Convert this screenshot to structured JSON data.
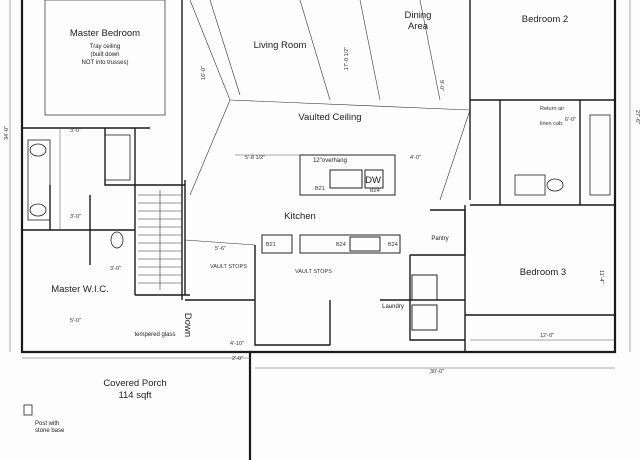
{
  "rooms": {
    "master_bedroom": "Master Bedroom",
    "master_ceiling_1": "Tray ceiling",
    "master_ceiling_2": "(built down",
    "master_ceiling_3": "NOT into trusses)",
    "living_room": "Living Room",
    "dining_1": "Dining",
    "dining_2": "Area",
    "bedroom_2": "Bedroom 2",
    "vaulted": "Vaulted Ceiling",
    "kitchen": "Kitchen",
    "bedroom_3": "Bedroom 3",
    "master_wic": "Master W.I.C.",
    "porch_1": "Covered Porch",
    "porch_2": "114 sqft",
    "laundry": "Laundry",
    "pantry": "Pantry",
    "down": "Down",
    "tempered": "tempered glass",
    "post_1": "Post with",
    "post_2": "stone base"
  },
  "labels": {
    "overhang": "12\"overhang",
    "dw": "DW",
    "b21a": "B21",
    "b24a": "B24",
    "b21b": "B21",
    "b24b": "B24",
    "b24c": "B24",
    "vault_stops_1": "VAULT STOPS",
    "vault_stops_2": "VAULT STOPS",
    "return_air": "Return air",
    "linen": "linen cab."
  },
  "dims": {
    "d_34": "34'-0\"",
    "d_27": "27'-6\"",
    "d_30": "30'-0\"",
    "d_12": "12'-0\"",
    "d_5_8": "5'-8 1/2\"",
    "d_4_0": "4'-0\"",
    "d_3_0a": "3'-0\"",
    "d_3_0b": "3'-0\"",
    "d_3_0c": "3'-0\"",
    "d_5_0": "5'-0\"",
    "d_16": "16'-0\"",
    "d_17": "17'-0 1/2\"",
    "d_11": "11'-4\"",
    "d_9_0": "9'-0\"",
    "d_2_0": "2'-0\"",
    "d_5_6": "5'-6\"",
    "d_4_10": "4'-10\"",
    "d_6_0": "6'-0\""
  }
}
